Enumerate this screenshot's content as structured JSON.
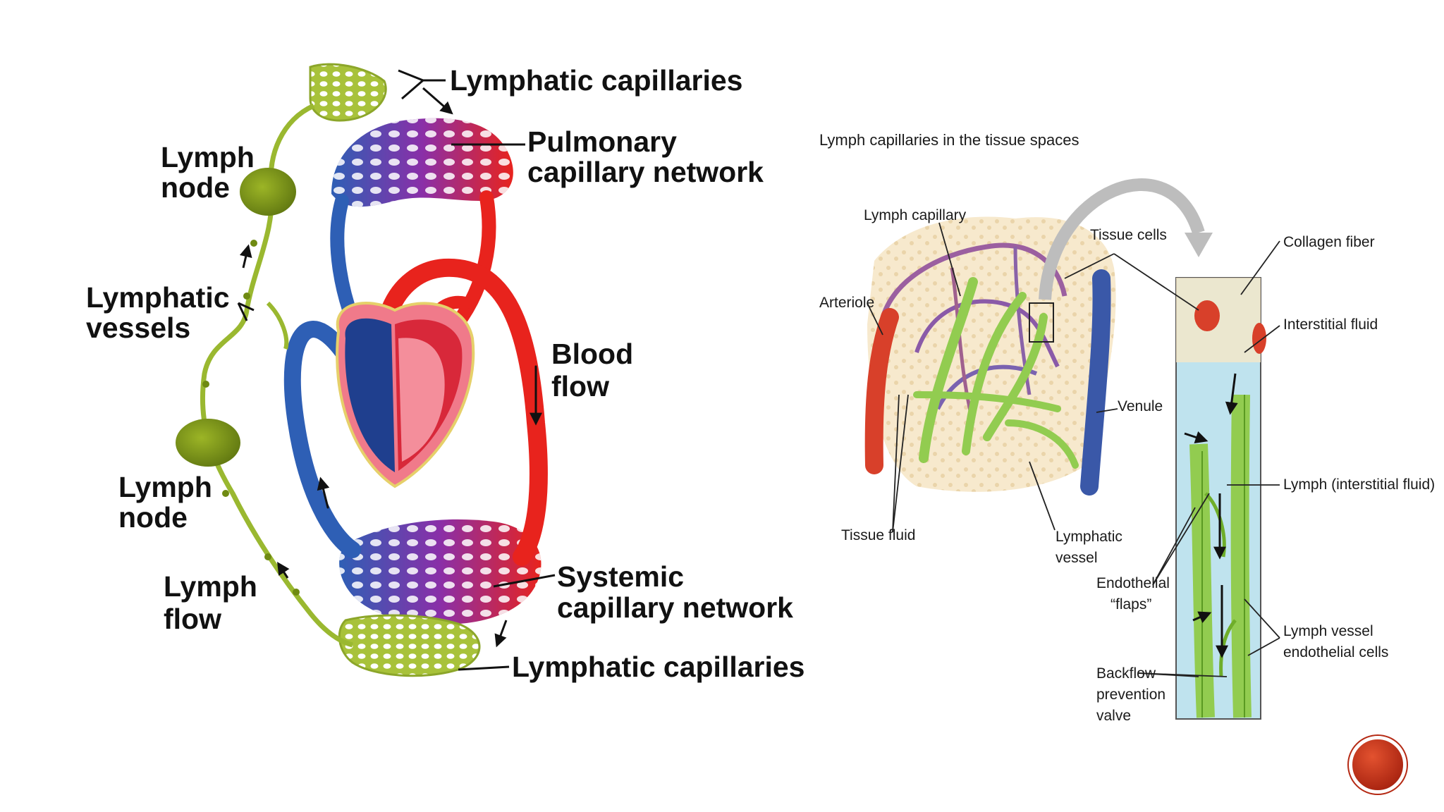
{
  "colors": {
    "blood_oxygenated": "#e8231d",
    "blood_deoxygenated": "#2e5fb5",
    "capillary_mix": "#8a2fa8",
    "lymph": "#a8c23a",
    "lymph_node": "#6f8a12",
    "tissue": "#f6e7c7",
    "nav_button": "#c0301a"
  },
  "left_diagram": {
    "labels": {
      "lymphatic_capillaries_top": "Lymphatic capillaries",
      "pulmonary_line1": "Pulmonary",
      "pulmonary_line2": "capillary network",
      "lymph_node_top_line1": "Lymph",
      "lymph_node_top_line2": "node",
      "lymphatic_vessels_line1": "Lymphatic",
      "lymphatic_vessels_line2": "vessels",
      "blood_flow_line1": "Blood",
      "blood_flow_line2": "flow",
      "lymph_node_bottom_line1": "Lymph",
      "lymph_node_bottom_line2": "node",
      "lymph_flow_line1": "Lymph",
      "lymph_flow_line2": "flow",
      "systemic_line1": "Systemic",
      "systemic_line2": "capillary network",
      "lymphatic_capillaries_bottom": "Lymphatic capillaries"
    }
  },
  "right_diagram": {
    "title": "Lymph capillaries in the tissue spaces",
    "labels": {
      "lymph_capillary": "Lymph capillary",
      "tissue_cells": "Tissue cells",
      "collagen_fiber": "Collagen fiber",
      "arteriole": "Arteriole",
      "interstitial_fluid": "Interstitial fluid",
      "venule": "Venule",
      "lymph_interstitial": "Lymph (interstitial fluid)",
      "tissue_fluid": "Tissue fluid",
      "lymphatic_vessel_line1": "Lymphatic",
      "lymphatic_vessel_line2": "vessel",
      "endothelial_line1": "Endothelial",
      "endothelial_line2": "“flaps”",
      "lymph_vessel_endo_line1": "Lymph vessel",
      "lymph_vessel_endo_line2": "endothelial cells",
      "backflow_line1": "Backflow",
      "backflow_line2": "prevention",
      "backflow_line3": "valve"
    }
  }
}
